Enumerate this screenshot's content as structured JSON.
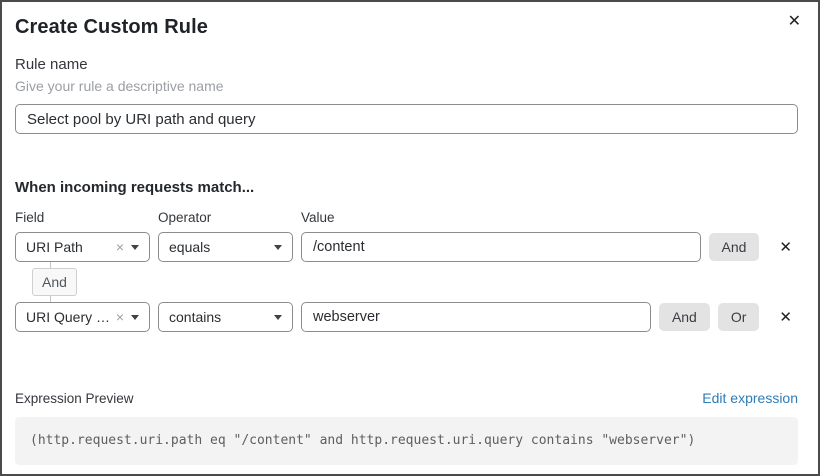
{
  "dialog": {
    "title": "Create Custom Rule"
  },
  "icons": {
    "close": "✕",
    "clear": "×",
    "remove": "✕"
  },
  "rule_name": {
    "label": "Rule name",
    "hint": "Give your rule a descriptive name",
    "value": "Select pool by URI path and query"
  },
  "match": {
    "heading": "When incoming requests match...",
    "columns": {
      "field": "Field",
      "operator": "Operator",
      "value": "Value"
    },
    "connector_label": "And",
    "rows": [
      {
        "field": "URI Path",
        "operator": "equals",
        "value": "/content",
        "and_label": "And"
      },
      {
        "field": "URI Query St...",
        "operator": "contains",
        "value": "webserver",
        "and_label": "And",
        "or_label": "Or"
      }
    ]
  },
  "expression": {
    "label": "Expression Preview",
    "edit_link": "Edit expression",
    "code": "(http.request.uri.path eq \"/content\" and http.request.uri.query contains \"webserver\")"
  },
  "colors": {
    "link": "#2e7cb8",
    "button_bg": "#e3e3e3",
    "code_bg": "#f3f3f3",
    "border": "#8a8d90"
  }
}
